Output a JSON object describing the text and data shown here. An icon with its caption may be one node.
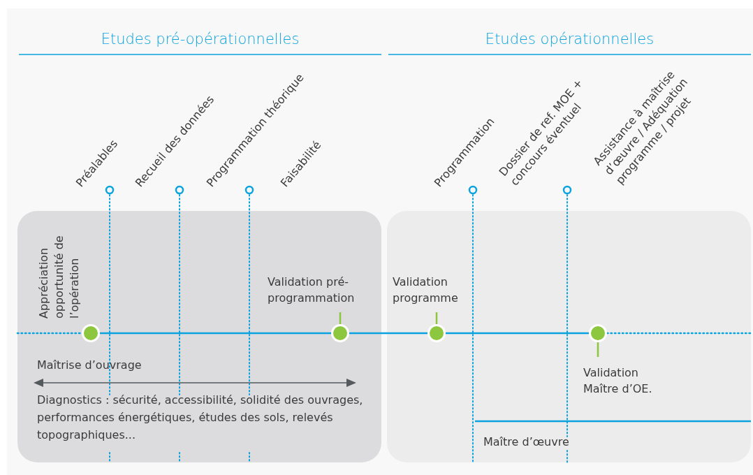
{
  "diagram": {
    "nodes": [
      {
        "text": [],
        "shape": "box"
      },
      {
        "text": [],
        "shape": "box"
      },
      {
        "text": [],
        "shape": "circle",
        "in": 0,
        "beside": [
          "Appréciation opportunité de l’opération"
        ]
      },
      {
        "text": [
          "Validation pré-programmation"
        ],
        "in": 0
      },
      {
        "text": [],
        "shape": "circle",
        "in": 0
      },
      {
        "text": [
          "Validation programme"
        ],
        "in": 1
      },
      {
        "text": [],
        "shape": "circle",
        "in": 1
      },
      {
        "text": [],
        "shape": "circle",
        "in": 1
      },
      {
        "text": [
          "Validation Maître d’OE."
        ],
        "in": 1
      }
    ],
    "edges": [
      {
        "from": null,
        "to": 2,
        "arrow": "none",
        "style": "dashed"
      },
      {
        "from": 2,
        "to": 4,
        "arrow": "none"
      },
      {
        "from": 4,
        "to": 6,
        "arrow": "none"
      },
      {
        "from": 6,
        "to": 7,
        "arrow": "none"
      },
      {
        "from": 7,
        "to": null,
        "arrow": "none",
        "style": "dashed"
      },
      {
        "from": 3,
        "to": 4,
        "arrow": "none",
        "color": "#8dc63f"
      },
      {
        "from": 5,
        "to": 6,
        "arrow": "none",
        "color": "#8dc63f"
      },
      {
        "from": 8,
        "to": 7,
        "arrow": "none",
        "color": "#8dc63f"
      }
    ],
    "labels": [
      "Etudes pré-opérationnelles",
      "Etudes opérationnelles",
      "Préalables",
      "Recueil des données",
      "Programmation théorique",
      "Faisabilité",
      "Programmation",
      "Dossier de ref. MOE + concours éventuel",
      "Assistance à maîtrise d’œuvre / Adéquation programme / projet",
      "Maîtrise d’ouvrage",
      "Diagnostics : sécurité, accessibilité, solidité des ouvrages, performances énergétiques, études des sols, relevés topographiques...",
      "Maître d’œuvre"
    ]
  }
}
